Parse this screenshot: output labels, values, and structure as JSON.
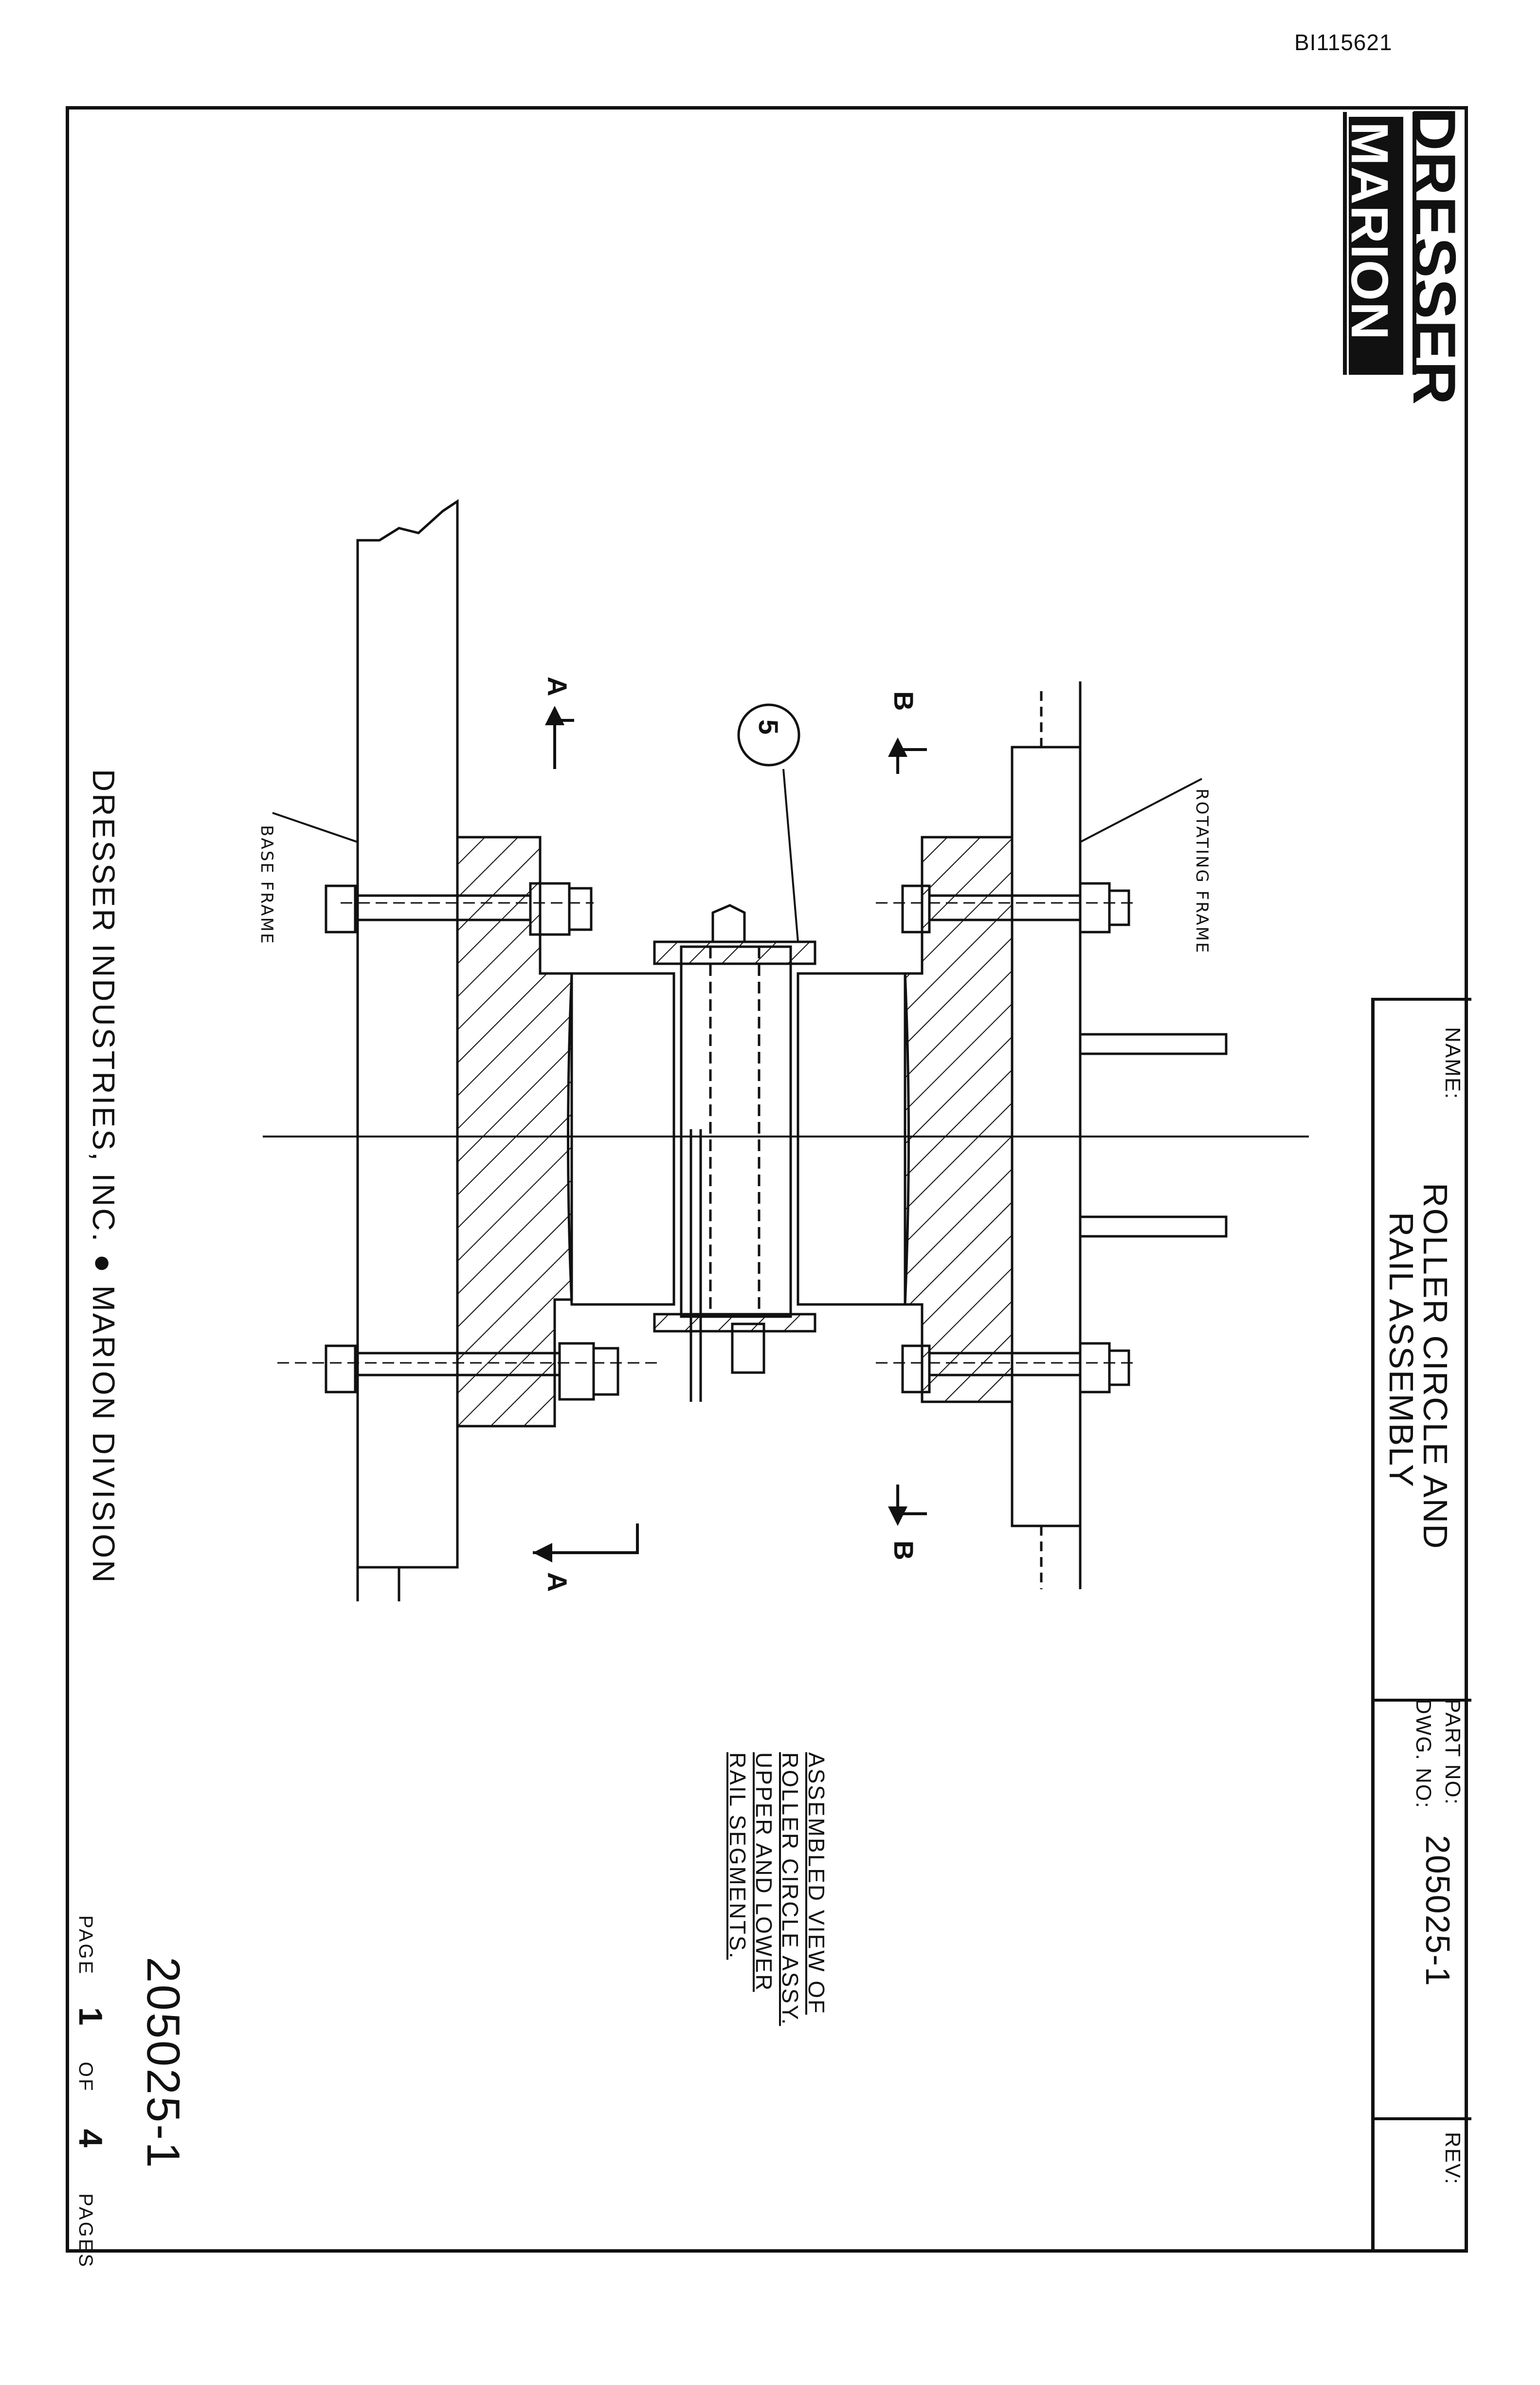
{
  "scan_id": "BI115621",
  "logo": {
    "line1": "DRESSER",
    "line2": "MARION"
  },
  "title_block": {
    "name_label": "NAME:",
    "name_line1": "ROLLER CIRCLE AND",
    "name_line2": "RAIL ASSEMBLY",
    "part_no_label": "PART NO:",
    "dwg_no_label": "DWG. NO:",
    "part_no": "205025-1",
    "rev_label": "REV:"
  },
  "drawing": {
    "item_balloon": "5",
    "section_a_top": "A",
    "section_a_bottom": "A",
    "section_b_top": "B",
    "section_b_bottom": "B",
    "label_base_frame": "BASE FRAME",
    "label_rotating_frame": "ROTATING FRAME",
    "note_lines": [
      "ASSEMBLED VIEW OF",
      "ROLLER CIRCLE ASSY.",
      "UPPER AND LOWER",
      "RAIL SEGMENTS."
    ]
  },
  "footer": {
    "company": "DRESSER INDUSTRIES, INC. ● MARION DIVISION",
    "drawing_number": "205025-1",
    "page_label": "PAGE",
    "page_current": "1",
    "of_label": "OF",
    "page_total": "4",
    "pages_label": "PAGES"
  }
}
